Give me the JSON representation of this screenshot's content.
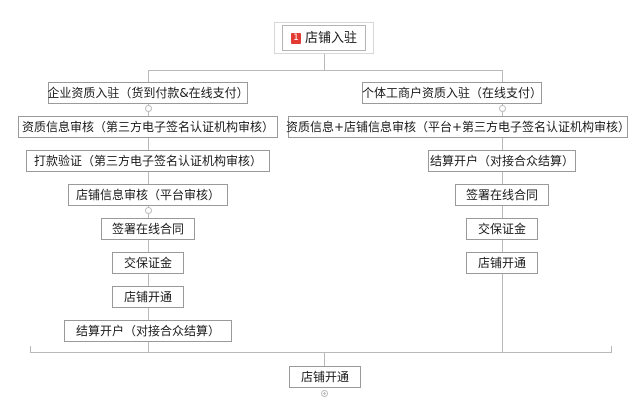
{
  "chart_data": {
    "type": "diagram",
    "title": "店铺入驻",
    "orientation": "top-down",
    "root": {
      "badge": "1",
      "label": "店铺入驻"
    },
    "branches": [
      {
        "name": "enterprise",
        "header": "企业资质入驻（货到付款&在线支付）",
        "steps": [
          "资质信息审核（第三方电子签名认证机构审核）",
          "打款验证（第三方电子签名认证机构审核）",
          "店铺信息审核（平台审核）",
          "签署在线合同",
          "交保证金",
          "店铺开通",
          "结算开户（对接合众结算）"
        ]
      },
      {
        "name": "individual",
        "header": "个体工商户资质入驻（在线支付）",
        "steps": [
          "资质信息+店铺信息审核（平台+第三方电子签名认证机构审核）",
          "结算开户（对接合众结算）",
          "签署在线合同",
          "交保证金",
          "店铺开通"
        ]
      }
    ],
    "merge": {
      "label": "店铺开通"
    },
    "colors": {
      "badge": "#e23b34",
      "box_border": "#9a9a9a",
      "connector": "#b9b9b9",
      "text": "#1a1a1a",
      "background": "#ffffff"
    }
  }
}
